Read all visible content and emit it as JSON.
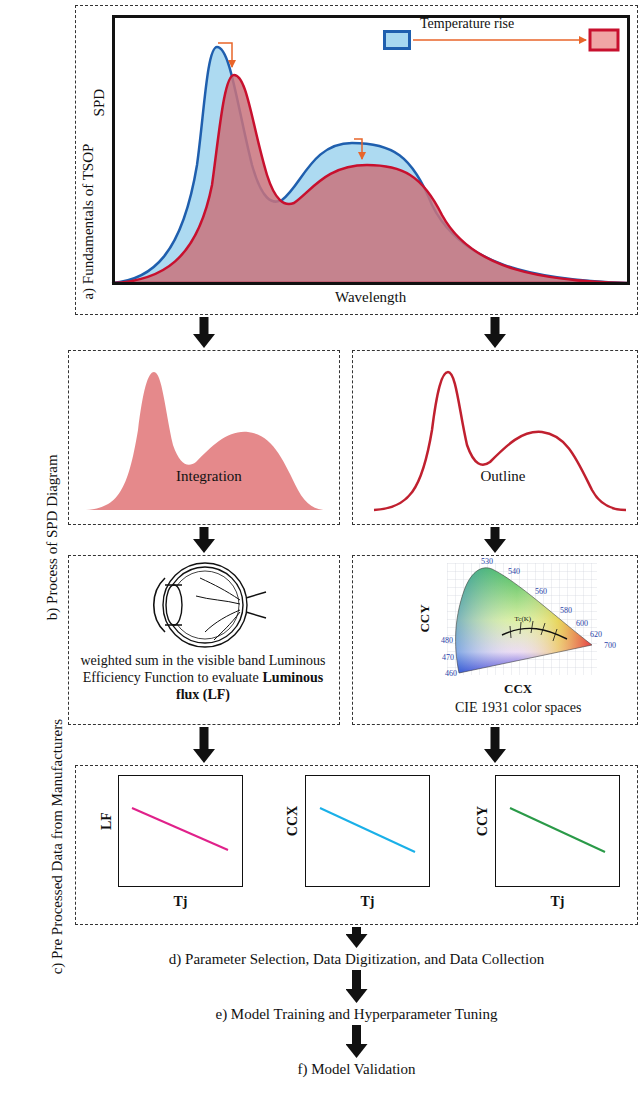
{
  "diagram": {
    "nodes": [
      {
        "text": [
          "a) Fundamentals of TSOP"
        ]
      },
      {
        "text": [
          "SPD",
          "Wavelength"
        ],
        "in": 0
      },
      {
        "text": [
          "Integration"
        ]
      },
      {
        "text": [
          "Outline"
        ]
      },
      {
        "text": [
          "weighted sum in the visible band Luminous Efficiency Function to evaluate",
          "Luminous flux (LF)"
        ]
      },
      {
        "text": [
          "CCY",
          "CCX",
          "CIE 1931 color spaces"
        ]
      },
      {
        "text": [
          "c) Pre Processed Data from Manufacturers"
        ]
      },
      {
        "text": [
          "LF",
          "Tj"
        ],
        "in": 6
      },
      {
        "text": [
          "CCX",
          "Tj"
        ],
        "in": 6
      },
      {
        "text": [
          "CCY",
          "Tj"
        ],
        "in": 6
      },
      {
        "text": [
          "d) Parameter Selection, Data Digitization, and Data Collection"
        ]
      },
      {
        "text": [
          "e) Model Training and Hyperparameter Tuning"
        ]
      },
      {
        "text": [
          "f) Model Validation"
        ]
      }
    ],
    "edges": [
      {
        "from": 0,
        "to": 2,
        "arrow": "to"
      },
      {
        "from": 0,
        "to": 3,
        "arrow": "to"
      },
      {
        "from": 2,
        "to": 4,
        "arrow": "to"
      },
      {
        "from": 3,
        "to": 5,
        "arrow": "to"
      },
      {
        "from": 4,
        "to": 6,
        "arrow": "to"
      },
      {
        "from": 5,
        "to": 6,
        "arrow": "to"
      },
      {
        "from": 6,
        "to": 10,
        "arrow": "to"
      },
      {
        "from": 10,
        "to": 11,
        "arrow": "to"
      },
      {
        "from": 11,
        "to": 12,
        "arrow": "to"
      }
    ],
    "labels": [
      "b) Process of SPD Diagram",
      "530",
      "540",
      "560",
      "580",
      "600",
      "620",
      "700",
      "480",
      "470",
      "460",
      "Tc(K)"
    ],
    "legend": [
      {
        "text": "Temperature rise",
        "color": "#a8d8f0"
      }
    ]
  }
}
